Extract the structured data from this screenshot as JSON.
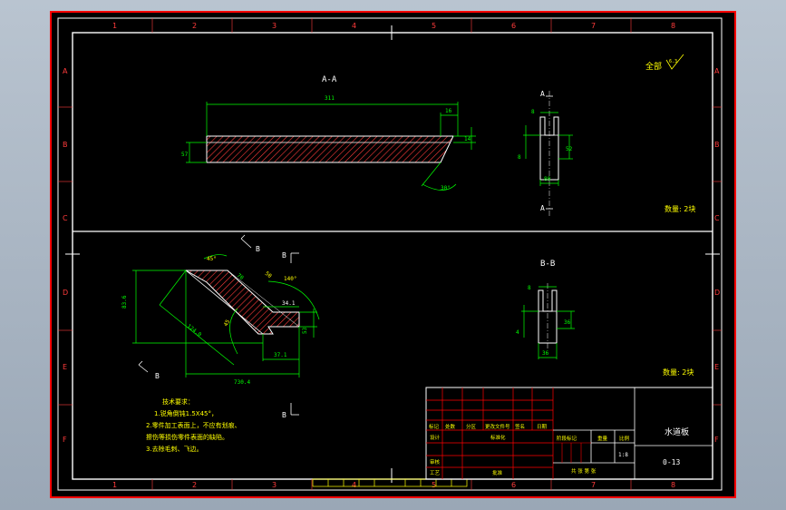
{
  "drawing": {
    "colors": {
      "frame": "#ffffff",
      "dim": "#00ff00",
      "note": "#ffff00",
      "hatch": "#ff3b3b",
      "grid_title": "#ff0000",
      "zone_label": "#ff3b3b",
      "background": "#000000",
      "window_border": "#ff0000"
    },
    "zone_numbers_top": [
      "1",
      "2",
      "3",
      "4",
      "5",
      "6",
      "7",
      "8"
    ],
    "zone_letters_side": [
      "A",
      "B",
      "C",
      "D",
      "E",
      "F"
    ],
    "view_aa": {
      "title": "A-A",
      "dims": {
        "length": "311",
        "step": "16",
        "thick": "14",
        "height": "57",
        "angle": "30°"
      }
    },
    "section_a_marks": {
      "top": "A",
      "bottom": "A"
    },
    "side_view_a": {
      "dims": {
        "top": "8",
        "side": "52",
        "bottom": "80",
        "left": "8"
      }
    },
    "view_bb": {
      "title": "B-B",
      "dims": {
        "top": "8",
        "left": "4",
        "right": "36",
        "bottom": "36"
      }
    },
    "bend_view": {
      "marks": {
        "b1": "B",
        "b2": "B",
        "b3": "B",
        "b4": "B"
      },
      "dims": {
        "height": "83.6",
        "diag": "124.0",
        "total": "730.4",
        "right": "37.1",
        "end": "34.1",
        "a1": "45°",
        "a2": "45",
        "a3": "140°",
        "a4": "50",
        "edge": "53",
        "inner": "70"
      }
    },
    "surface_finish": {
      "label": "全部",
      "value": "6.3"
    },
    "quantity_top": "数量: 2块",
    "quantity_bottom": "数量: 2块",
    "tech_notes": {
      "title": "技术要求：",
      "lines": [
        "1.锐角倒钝1.5X45°，",
        "2.零件加工表面上，不应有划痕、",
        "  擦伤等损伤零件表面的缺陷。",
        "3.去除毛刺、飞边。"
      ]
    },
    "title_block": {
      "part_name": "水道板",
      "drawing_no": "0-13",
      "scale": "1:8",
      "row_headers": [
        "标记",
        "处数",
        "分区",
        "更改文件号",
        "签名",
        "日期"
      ],
      "labels": {
        "design": "设计",
        "standard": "标准化",
        "review": "审核",
        "craft": "工艺",
        "approve": "批准",
        "stage_mark": "阶段标记",
        "weight": "重量",
        "ratio": "比例",
        "sheets": "共 张 第 张"
      }
    }
  }
}
